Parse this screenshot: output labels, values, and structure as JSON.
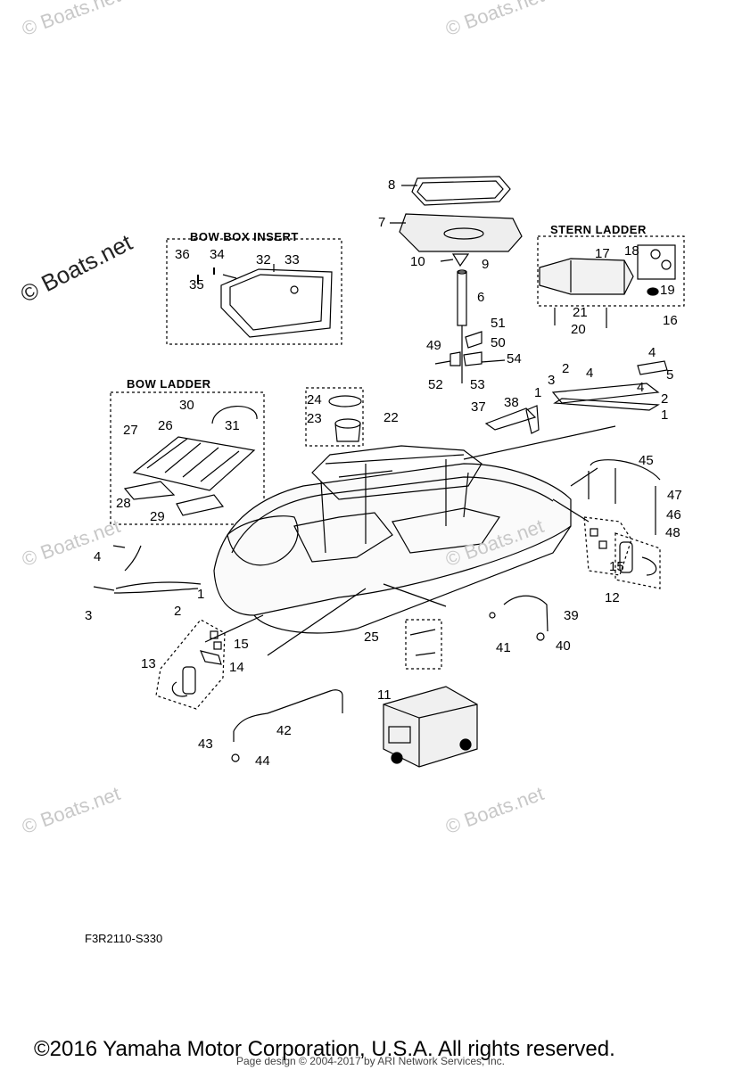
{
  "watermarks": [
    "© Boats.net",
    "© Boats.net",
    "© Boats.net",
    "© Boats.net",
    "© Boats.net",
    "© Boats.net",
    "© Boats.net"
  ],
  "sections": {
    "bow_box_insert": "BOW BOX INSERT",
    "stern_ladder": "STERN LADDER",
    "bow_ladder": "BOW LADDER"
  },
  "callouts": [
    "8",
    "7",
    "10",
    "9",
    "6",
    "36",
    "34",
    "32",
    "33",
    "35",
    "17",
    "18",
    "19",
    "21",
    "20",
    "16",
    "51",
    "49",
    "50",
    "54",
    "52",
    "53",
    "4",
    "5",
    "3",
    "2",
    "4",
    "1",
    "2",
    "4",
    "1",
    "3",
    "30",
    "31",
    "24",
    "23",
    "22",
    "38",
    "37",
    "27",
    "26",
    "28",
    "29",
    "45",
    "47",
    "46",
    "48",
    "4",
    "1",
    "3",
    "2",
    "15",
    "12",
    "39",
    "41",
    "40",
    "25",
    "15",
    "14",
    "13",
    "11",
    "42",
    "43",
    "44"
  ],
  "ref_code": "F3R2110-S330",
  "copyright": "©2016 Yamaha Motor Corporation, U.S.A. All rights reserved.",
  "page_credit": "Page design © 2004-2017 by ARI Network Services, Inc."
}
